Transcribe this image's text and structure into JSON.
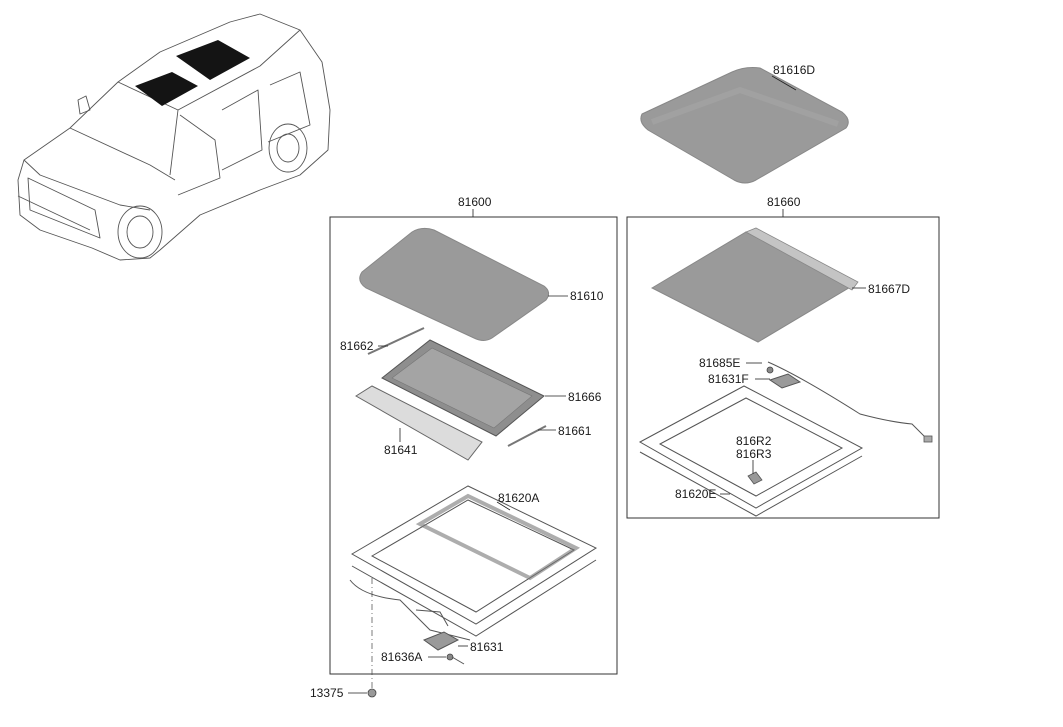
{
  "diagram": {
    "labels": {
      "p81616D": "81616D",
      "p81600": "81600",
      "p81660": "81660",
      "p81610": "81610",
      "p81662": "81662",
      "p81666": "81666",
      "p81641": "81641",
      "p81661": "81661",
      "p81620A": "81620A",
      "p81631": "81631",
      "p81636A": "81636A",
      "p13375": "13375",
      "p81667D": "81667D",
      "p81685E": "81685E",
      "p81631F": "81631F",
      "p816R2": "816R2",
      "p816R3": "816R3",
      "p81620E": "81620E"
    },
    "colors": {
      "glass": "#9a9a9a",
      "line": "#555555",
      "text": "#1a1a1a"
    }
  }
}
